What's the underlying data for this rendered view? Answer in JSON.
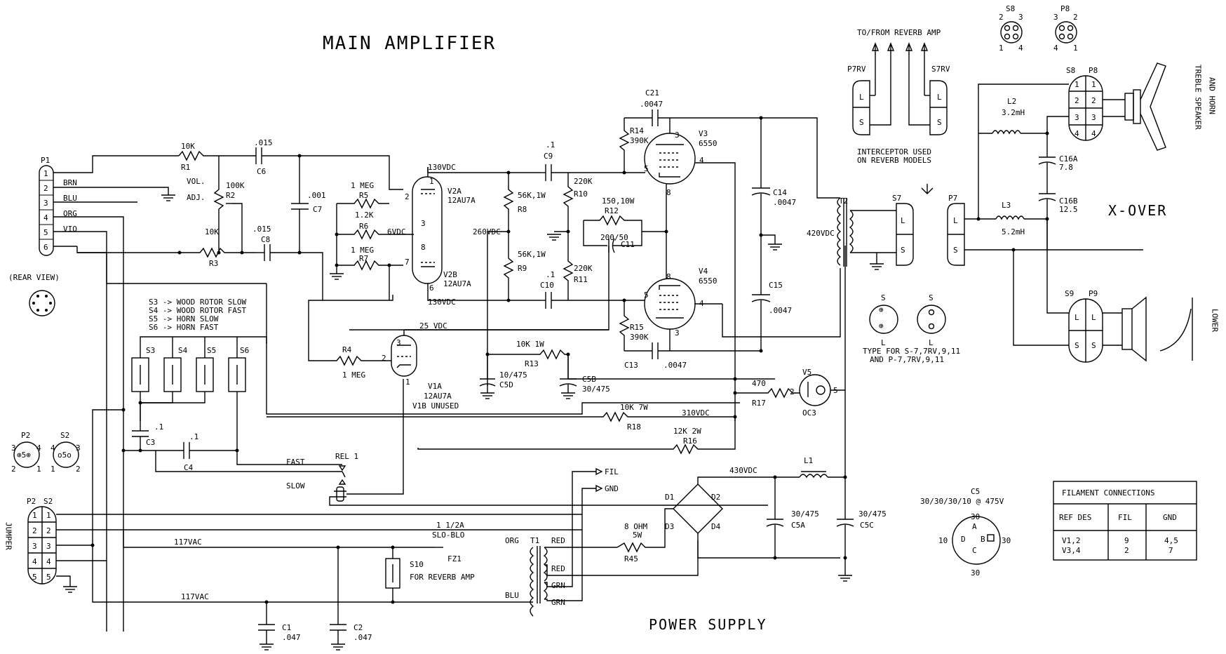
{
  "titles": {
    "main": "MAIN AMPLIFIER",
    "power": "POWER SUPPLY",
    "xover": "X-OVER",
    "reverb": "TO/FROM REVERB AMP",
    "rear_view": "(REAR VIEW)",
    "interceptor1": "INTERCEPTOR USED",
    "interceptor2": "ON REVERB MODELS",
    "type1": "TYPE FOR S-7,7RV,9,11",
    "type2": "AND P-7,7RV,9,11",
    "treble": "TREBLE SPEAKER",
    "and_horn": "AND HORN",
    "lower": "LOWER",
    "jumper": "JUMPER"
  },
  "p1": {
    "name": "P1",
    "pins": [
      "1",
      "2",
      "3",
      "4",
      "5",
      "6"
    ],
    "wires": [
      "BRN",
      "BLU",
      "ORG",
      "VIO"
    ]
  },
  "resistors": {
    "r1": [
      "10K",
      "R1"
    ],
    "r2": [
      "100K",
      "R2"
    ],
    "vol": [
      "VOL.",
      "ADJ."
    ],
    "r3": [
      "10K",
      "R3"
    ],
    "r4": [
      "R4",
      "1 MEG"
    ],
    "r5": [
      "1 MEG",
      "R5"
    ],
    "r6": [
      "1.2K",
      "R6"
    ],
    "r7": [
      "1 MEG",
      "R7"
    ],
    "r8": [
      "56K,1W",
      "R8"
    ],
    "r9": [
      "56K,1W",
      "R9"
    ],
    "r10": [
      "220K",
      "R10"
    ],
    "r11": [
      "220K",
      "R11"
    ],
    "r12": [
      "150,10W",
      "R12"
    ],
    "r13": [
      "10K 1W",
      "R13"
    ],
    "r14": [
      "R14",
      "390K"
    ],
    "r15": [
      "R15",
      "390K"
    ],
    "r16": [
      "12K 2W",
      "R16"
    ],
    "r17": [
      "470",
      "R17"
    ],
    "r18": [
      "10K 7W",
      "R18"
    ],
    "r45": [
      "8 OHM",
      "5W",
      "R45"
    ]
  },
  "caps": {
    "c6": [
      ".015",
      "C6"
    ],
    "c7": [
      ".001",
      "C7"
    ],
    "c8": [
      ".015",
      "C8"
    ],
    "c9": [
      ".1",
      "C9"
    ],
    "c10": [
      ".1",
      "C10"
    ],
    "c11": [
      "200/50",
      "C11"
    ],
    "c21": [
      "C21",
      ".0047"
    ],
    "c13": [
      "C13",
      ".0047"
    ],
    "c14": [
      "C14",
      ".0047"
    ],
    "c15": [
      "C15",
      ".0047"
    ],
    "c5d": [
      "10/475",
      "C5D"
    ],
    "c5b": [
      "C5B",
      "30/475"
    ],
    "c3": [
      ".1",
      "C3"
    ],
    "c4": [
      ".1",
      "C4"
    ],
    "c1": [
      "C1",
      ".047"
    ],
    "c2": [
      "C2",
      ".047"
    ],
    "c5a": [
      "30/475",
      "C5A"
    ],
    "c5c": [
      "30/475",
      "C5C"
    ],
    "c16a": [
      "C16A",
      "7.8"
    ],
    "c16b": [
      "C16B",
      "12.5"
    ]
  },
  "tubes": {
    "v2a": [
      "V2A",
      "12AU7A"
    ],
    "v2b": [
      "V2B",
      "12AU7A"
    ],
    "v3": [
      "V3",
      "6550"
    ],
    "v4": [
      "V4",
      "6550"
    ],
    "v1a": [
      "V1A",
      "12AU7A",
      "V1B UNUSED"
    ],
    "v5": [
      "V5",
      "OC3"
    ]
  },
  "voltages": {
    "v130a": "130VDC",
    "v130b": "130VDC",
    "v6": "6VDC",
    "v260": "260VDC",
    "v25": "25 VDC",
    "v420": "420VDC",
    "v310": "310VDC",
    "v430": "430VDC",
    "v117a": "117VAC",
    "v117b": "117VAC"
  },
  "switches": {
    "legend": [
      "S3 -> WOOD ROTOR SLOW",
      "S4 -> WOOD ROTOR FAST",
      "S5 -> HORN SLOW",
      "S6 -> HORN FAST"
    ],
    "names": [
      "S3",
      "S4",
      "S5",
      "S6"
    ]
  },
  "relay": {
    "name": "REL 1",
    "fast": "FAST",
    "slow": "SLOW"
  },
  "power": {
    "fz1": [
      "1 1/2A",
      "SLO-BLO",
      "FZ1"
    ],
    "s10": [
      "S10",
      "FOR REVERB AMP"
    ],
    "t1": "T1",
    "taps": [
      "ORG",
      "RED",
      "RED",
      "GRN",
      "GRN",
      "BLU"
    ],
    "fil": "FIL",
    "gnd": "GND",
    "diodes": [
      "D1",
      "D2",
      "D3",
      "D4"
    ],
    "l1": "L1"
  },
  "xover": {
    "t2": "T2",
    "l2": [
      "L2",
      "3.2mH"
    ],
    "l3": [
      "L3",
      "5.2mH"
    ]
  },
  "connectors": {
    "s7": "S7",
    "p7": "P7",
    "p7rv": "P7RV",
    "s7rv": "S7RV",
    "s8": "S8",
    "p8": "P8",
    "s9": "S9",
    "p9": "P9",
    "p2": "P2",
    "s2": "S2",
    "L": "L",
    "S": "S"
  },
  "c5": {
    "name": "C5",
    "rating": "30/30/30/10 @ 475V",
    "a": "A",
    "b": "B",
    "c": "C",
    "d": "D",
    "v30": "30",
    "v10": "10"
  },
  "filament_table": {
    "title": "FILAMENT CONNECTIONS",
    "headers": [
      "REF DES",
      "FIL",
      "GND"
    ],
    "rows": [
      [
        "V1,2",
        "9",
        "4,5"
      ],
      [
        "V3,4",
        "2",
        "7"
      ]
    ]
  }
}
